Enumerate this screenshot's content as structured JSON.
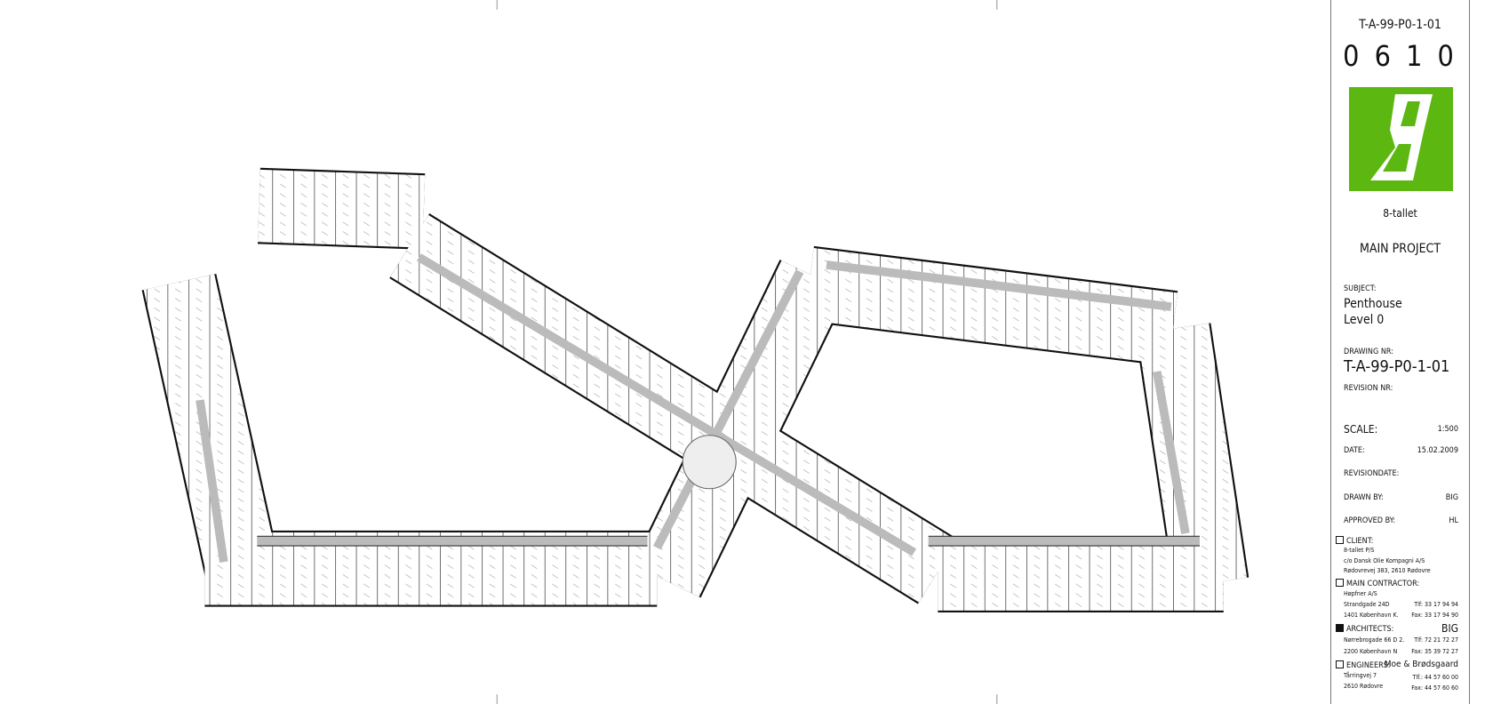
{
  "title_block": {
    "drawing_code_top": "T-A-99-P0-1-01",
    "sheet_number": "0 6 1 0",
    "logo": {
      "glyph": "8",
      "color": "#5cb711"
    },
    "project_name": "8-tallet",
    "project_type": "MAIN PROJECT",
    "subject_label": "SUBJECT:",
    "subject_line1": "Penthouse",
    "subject_line2": "Level 0",
    "drawing_nr_label": "DRAWING NR:",
    "drawing_nr": "T-A-99-P0-1-01",
    "revision_nr_label": "REVISION NR:",
    "scale_label": "SCALE:",
    "scale": "1:500",
    "date_label": "DATE:",
    "date": "15.02.2009",
    "revisiondate_label": "REVISIONDATE:",
    "drawn_by_label": "DRAWN BY:",
    "drawn_by": "BIG",
    "approved_by_label": "APPROVED BY:",
    "approved_by": "HL",
    "client": {
      "label": "CLIENT:",
      "lines": [
        "8-tallet P/S",
        "c/o Dansk Olie Kompagni A/S",
        "Rødovrevej 383, 2610 Rødovre"
      ]
    },
    "main_contractor": {
      "label": "MAIN CONTRACTOR:",
      "name": "Høpfner A/S",
      "addr1": "Strandgade 24D",
      "addr2": "1401 København K.",
      "tlf": "Tlf: 33 17 94 94",
      "fax": "Fax: 33 17 94 90"
    },
    "architects": {
      "label": "ARCHITECTS:",
      "name": "BIG",
      "addr1": "Nørrebrogade 66 D 2.",
      "addr2": "2200 København N",
      "tlf": "Tlf: 72 21 72 27",
      "fax": "Fax: 35 39 72 27"
    },
    "engineers": {
      "label": "ENGINEERS:",
      "name": "Moe & Brødsgaard",
      "addr1": "Tårringvej 7",
      "addr2": "2610 Rødovre",
      "tlf": "Tlf.: 44 57 60 00",
      "fax": "Fax: 44 57 60 60"
    }
  }
}
